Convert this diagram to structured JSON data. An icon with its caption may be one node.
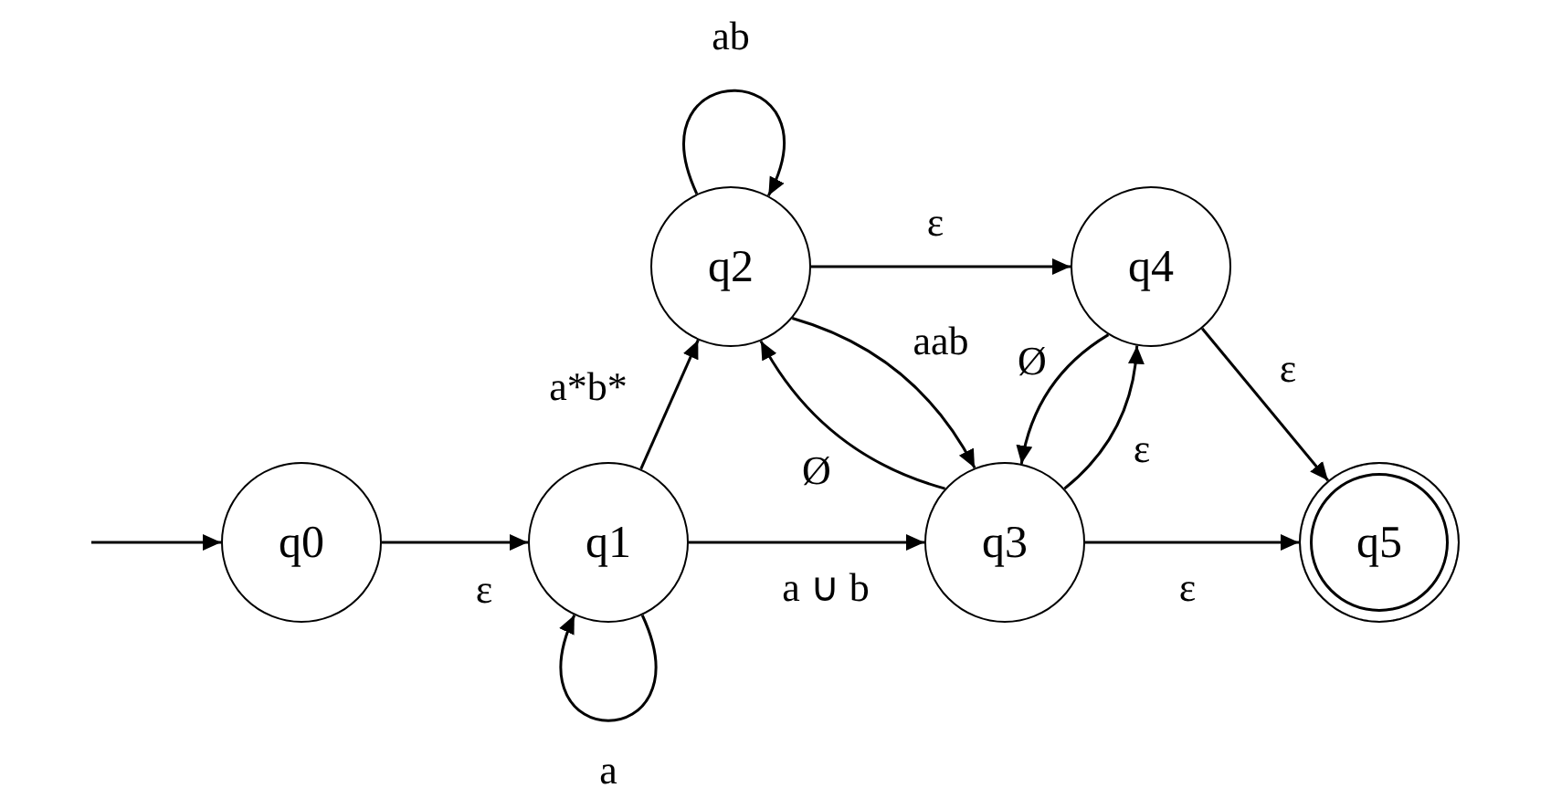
{
  "diagram": {
    "nodes": [
      {
        "text": [
          "q0"
        ]
      },
      {
        "text": [
          "q1"
        ]
      },
      {
        "text": [
          "q2"
        ]
      },
      {
        "text": [
          "q3"
        ]
      },
      {
        "text": [
          "q4"
        ]
      },
      {
        "text": [
          "q5"
        ]
      }
    ],
    "edges": [
      {
        "from": null,
        "to": 0,
        "arrow": "to"
      },
      {
        "from": 0,
        "to": 1,
        "arrow": "to",
        "label": "ε"
      },
      {
        "from": 1,
        "to": 1,
        "arrow": "to",
        "label": "a"
      },
      {
        "from": 1,
        "to": 2,
        "arrow": "to",
        "label": "a*b*"
      },
      {
        "from": 1,
        "to": 3,
        "arrow": "to",
        "label": "a ∪ b"
      },
      {
        "from": 2,
        "to": 2,
        "arrow": "to",
        "label": "ab"
      },
      {
        "from": 2,
        "to": 4,
        "arrow": "to",
        "label": "ε"
      },
      {
        "from": 2,
        "to": 3,
        "arrow": "to",
        "label": "aab"
      },
      {
        "from": 3,
        "to": 2,
        "arrow": "to",
        "label": "Ø"
      },
      {
        "from": 4,
        "to": 3,
        "arrow": "to",
        "label": "Ø"
      },
      {
        "from": 3,
        "to": 4,
        "arrow": "to",
        "label": "ε"
      },
      {
        "from": 4,
        "to": 5,
        "arrow": "to",
        "label": "ε"
      },
      {
        "from": 3,
        "to": 5,
        "arrow": "to",
        "label": "ε"
      }
    ]
  }
}
